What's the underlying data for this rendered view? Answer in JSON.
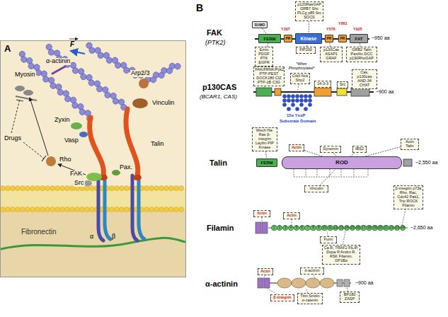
{
  "diagram": {
    "nodes": [
      {
        "text": [
          "FERM"
        ]
      },
      {
        "text": [
          "PR"
        ]
      },
      {
        "text": [
          "Kinase"
        ]
      },
      {
        "text": [
          "PR"
        ]
      },
      {
        "text": [
          "PR"
        ]
      },
      {
        "text": [
          "FAT"
        ]
      },
      {
        "text": [
          "SUMO"
        ]
      },
      {
        "text": [
          "p120RasGAP GRB7 Shc PLCg p85 Src SOCS"
        ]
      },
      {
        "text": [
          "Ezrin PDGF PTK EGFR"
        ]
      },
      {
        "text": [
          "FIP200"
        ]
      },
      {
        "text": [
          "p130Cas ASAP1 GRAF"
        ]
      },
      {
        "text": [
          "GRB2 Talin Paxillin DCC p190RhoGAP"
        ]
      },
      {
        "text": [
          "FAK/FRNK/Pyk2 PTP-PEST DOCK180 CIZ PTP-1B C3G"
        ]
      },
      {
        "text": [
          "CrkII Nck Shp2"
        ]
      },
      {
        "text": [
          "14-3-3"
        ]
      },
      {
        "text": [
          "Src"
        ]
      },
      {
        "text": [
          "Cas, p130cas AND-34 CHAT"
        ]
      },
      {
        "text": [
          "FERM"
        ]
      },
      {
        "text": [
          "ROD"
        ]
      },
      {
        "text": [
          "Wech Ha-Ras β-integrin Layilin PIP Kinase"
        ]
      },
      {
        "text": [
          "Actin"
        ]
      },
      {
        "text": [
          "Synemin"
        ]
      },
      {
        "text": [
          "IBS2"
        ]
      },
      {
        "text": [
          "Actin Talin"
        ]
      },
      {
        "text": [
          "Vinculin"
        ]
      },
      {
        "text": [
          "Actin"
        ]
      },
      {
        "text": [
          "Actin"
        ]
      },
      {
        "text": [
          "β-integrin p73a Rho, Rac, Cdc42 Pak1, Trio ROCK Filamin"
        ]
      },
      {
        "text": [
          "Furin"
        ]
      },
      {
        "text": [
          "Ca R, TRAF2 FILIP, Dopa R Andro R, RSK Filamin, GP1Bα"
        ]
      },
      {
        "text": [
          "1"
        ]
      },
      {
        "text": [
          "2"
        ]
      },
      {
        "text": [
          "3"
        ]
      },
      {
        "text": [
          "4"
        ]
      },
      {
        "text": [
          "5"
        ]
      },
      {
        "text": [
          "6"
        ]
      },
      {
        "text": [
          "7"
        ]
      },
      {
        "text": [
          "8"
        ]
      },
      {
        "text": [
          "9"
        ]
      },
      {
        "text": [
          "10"
        ]
      },
      {
        "text": [
          "11"
        ]
      },
      {
        "text": [
          "12"
        ]
      },
      {
        "text": [
          "13"
        ]
      },
      {
        "text": [
          "14"
        ]
      },
      {
        "text": [
          "15"
        ]
      },
      {
        "text": [
          "16"
        ]
      },
      {
        "text": [
          "17"
        ]
      },
      {
        "text": [
          "18"
        ]
      },
      {
        "text": [
          "19"
        ]
      },
      {
        "text": [
          "20"
        ]
      },
      {
        "text": [
          "21"
        ]
      },
      {
        "text": [
          "22"
        ]
      },
      {
        "text": [
          "23"
        ]
      },
      {
        "text": [
          "24"
        ]
      },
      {
        "text": [
          "Actin"
        ]
      },
      {
        "text": [
          "α-actinin"
        ]
      },
      {
        "text": [
          "Titin Smitin α-catenin"
        ]
      },
      {
        "text": [
          "β-integrin"
        ]
      },
      {
        "text": [
          "BP180 ZASP"
        ]
      }
    ],
    "edges": [
      {
        "from": 7,
        "to": 2,
        "arrow": "none"
      },
      {
        "from": 8,
        "to": 0,
        "arrow": "none"
      },
      {
        "from": 9,
        "to": 2,
        "arrow": "none"
      },
      {
        "from": 10,
        "to": 3,
        "arrow": "none"
      },
      {
        "from": 11,
        "to": 5,
        "arrow": "none"
      },
      {
        "from": 6,
        "to": 0,
        "arrow": "none"
      },
      {
        "from": 19,
        "to": 17,
        "arrow": "none"
      },
      {
        "from": 20,
        "to": 18,
        "arrow": "none"
      },
      {
        "from": 21,
        "to": 18,
        "arrow": "none"
      },
      {
        "from": 22,
        "to": 18,
        "arrow": "none"
      },
      {
        "from": 23,
        "to": 18,
        "arrow": "none"
      },
      {
        "from": 24,
        "to": 18,
        "arrow": "none"
      }
    ],
    "labels": [
      "A",
      "F",
      "α-actinin",
      "Myosin",
      "Arp2/3",
      "Vinculin",
      "Zyxin",
      "Vasp",
      "Talin",
      "Drugs",
      "Rho",
      "FAK",
      "Src",
      "Pax.",
      "Fibronectin",
      "α",
      "β",
      "B",
      "FAK",
      "(PTK2)",
      "~950 aa",
      "Y397",
      "Y576",
      "Y861",
      "Y925",
      "p130CAS",
      "(BCAR1, CAS)",
      "*When Phosphorylated*",
      "15x YxxP",
      "Substrate Domain",
      "~900 aa",
      "Talin",
      "~2,550 aa",
      "Filamin",
      "~2,650 aa",
      "α-actinin",
      "~900 aa"
    ]
  }
}
